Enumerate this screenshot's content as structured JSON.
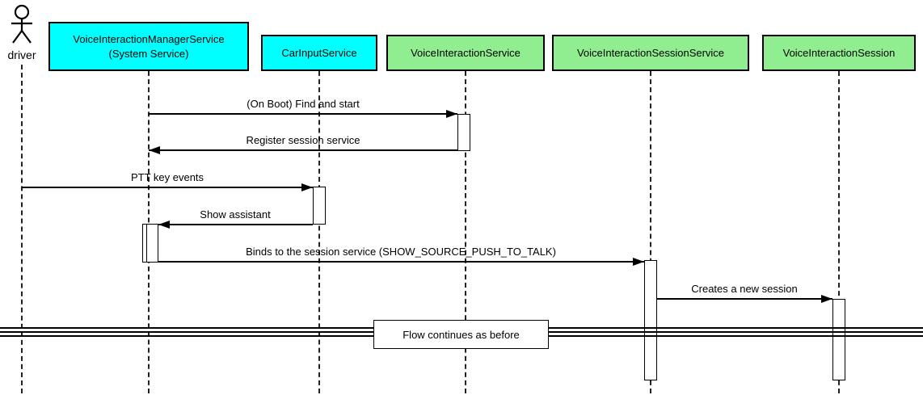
{
  "diagram": {
    "type": "uml-sequence-diagram",
    "actor": {
      "name": "driver"
    },
    "participants": [
      {
        "id": "VoiceInteractionManagerService",
        "label": "VoiceInteractionManagerService\n(System Service)",
        "fill": "#00FFFF"
      },
      {
        "id": "CarInputService",
        "label": "CarInputService",
        "fill": "#00FFFF"
      },
      {
        "id": "VoiceInteractionService",
        "label": "VoiceInteractionService",
        "fill": "#90EE90"
      },
      {
        "id": "VoiceInteractionSessionService",
        "label": "VoiceInteractionSessionService",
        "fill": "#90EE90"
      },
      {
        "id": "VoiceInteractionSession",
        "label": "VoiceInteractionSession",
        "fill": "#90EE90"
      }
    ],
    "messages": [
      {
        "label": "(On Boot) Find and start",
        "from": "VoiceInteractionManagerService",
        "to": "VoiceInteractionService",
        "direction": "right"
      },
      {
        "label": "Register session service",
        "from": "VoiceInteractionService",
        "to": "VoiceInteractionManagerService",
        "direction": "left"
      },
      {
        "label": "PTT key events",
        "from": "driver",
        "to": "CarInputService",
        "direction": "right"
      },
      {
        "label": "Show assistant",
        "from": "CarInputService",
        "to": "VoiceInteractionManagerService",
        "direction": "left"
      },
      {
        "label": "Binds to the session service (SHOW_SOURCE_PUSH_TO_TALK)",
        "from": "VoiceInteractionManagerService",
        "to": "VoiceInteractionSessionService",
        "direction": "right"
      },
      {
        "label": "Creates a new session",
        "from": "VoiceInteractionSessionService",
        "to": "VoiceInteractionSession",
        "direction": "right"
      }
    ],
    "divider": {
      "label": "Flow continues as before"
    },
    "colors": {
      "participant_cyan": "#00FFFF",
      "participant_green": "#90EE90",
      "line": "#000000",
      "background": "#FFFFFF"
    }
  }
}
